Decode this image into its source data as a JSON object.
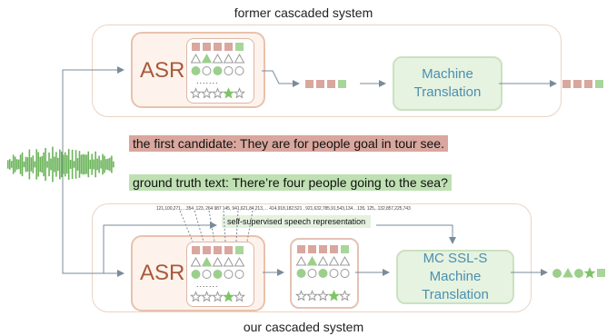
{
  "top_caption": "former cascaded system",
  "bottom_caption": "our cascaded system",
  "top_system": {
    "asr_label": "ASR",
    "mt_label_line1": "Machine",
    "mt_label_line2": "Translation"
  },
  "candidate_text": "the first candidate:  They are for people goal in tour see.",
  "ground_truth_text": "ground truth text: There’re four people going to the sea?",
  "bottom_system": {
    "asr_label": "ASR",
    "token_ids": "121,100,271,…354 ,123, 264 987 145, 941,621,84,213,… 414,918,182,521 , 921,632,785,91,543,134…135, 125,..132,857,225,743",
    "ssl_label": "self-supervised speech representation",
    "mt_label_line1": "MC SSL-S Machine",
    "mt_label_line2": "Translation"
  },
  "ellipsis": ".......",
  "colors": {
    "square_red": "#d9a79e",
    "square_green": "#a8d69a",
    "circle_green": "#9ccf8c",
    "star_green": "#7dc468",
    "arrow": "#7a8b9a",
    "waveform": "#6bb45a"
  }
}
